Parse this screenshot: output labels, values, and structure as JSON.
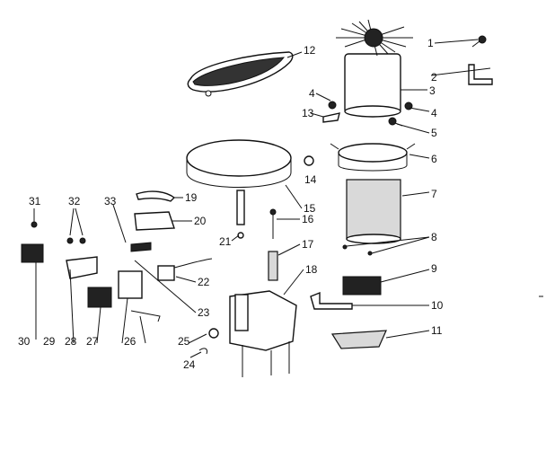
{
  "labels": [
    "1",
    "2",
    "3",
    "4",
    "4",
    "5",
    "6",
    "7",
    "8",
    "9",
    "10",
    "11",
    "12",
    "13",
    "14",
    "15",
    "16",
    "17",
    "18",
    "19",
    "20",
    "21",
    "22",
    "23",
    "24",
    "25",
    "26",
    "27",
    "28",
    "29",
    "30",
    "31",
    "32",
    "33"
  ]
}
